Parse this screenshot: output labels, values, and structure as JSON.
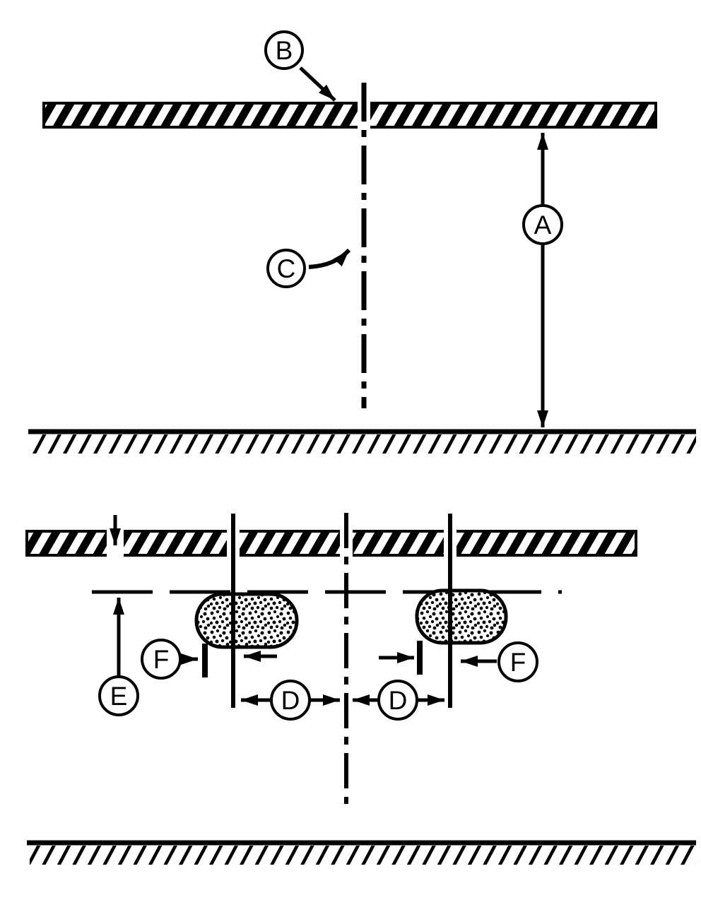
{
  "figure": {
    "colors": {
      "ink": "#000000",
      "background": "#ffffff"
    },
    "callouts": {
      "a": "A",
      "b": "B",
      "c": "C",
      "d_left": "D",
      "d_right": "D",
      "e": "E",
      "f_left": "F",
      "f_right": "F"
    }
  }
}
